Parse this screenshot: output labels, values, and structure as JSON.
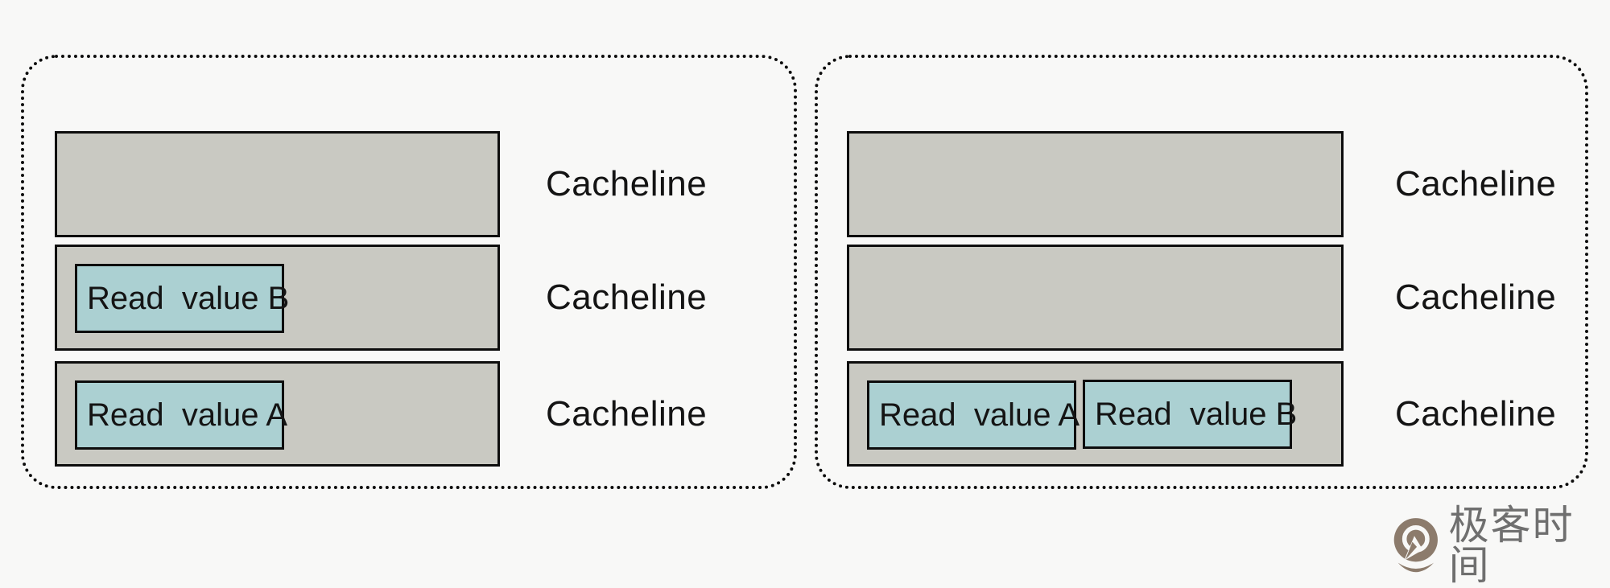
{
  "colors": {
    "background": "#f8f8f7",
    "cacheline_fill": "#c9c9c2",
    "value_fill": "#abd0d2",
    "outline": "#0d0d0d",
    "logo_icon": "#8c7b6c",
    "logo_text": "#6f6f6f"
  },
  "panels": [
    {
      "name": "left-panel",
      "rows": [
        {
          "label": "Cacheline",
          "values": []
        },
        {
          "label": "Cacheline",
          "values": [
            "Read  value B"
          ]
        },
        {
          "label": "Cacheline",
          "values": [
            "Read  value A"
          ]
        }
      ]
    },
    {
      "name": "right-panel",
      "rows": [
        {
          "label": "Cacheline",
          "values": []
        },
        {
          "label": "Cacheline",
          "values": []
        },
        {
          "label": "Cacheline",
          "values": [
            "Read  value A",
            "Read  value B"
          ]
        }
      ]
    }
  ],
  "logo": {
    "text": "极客时间",
    "icon": "geektime-logo-icon"
  }
}
